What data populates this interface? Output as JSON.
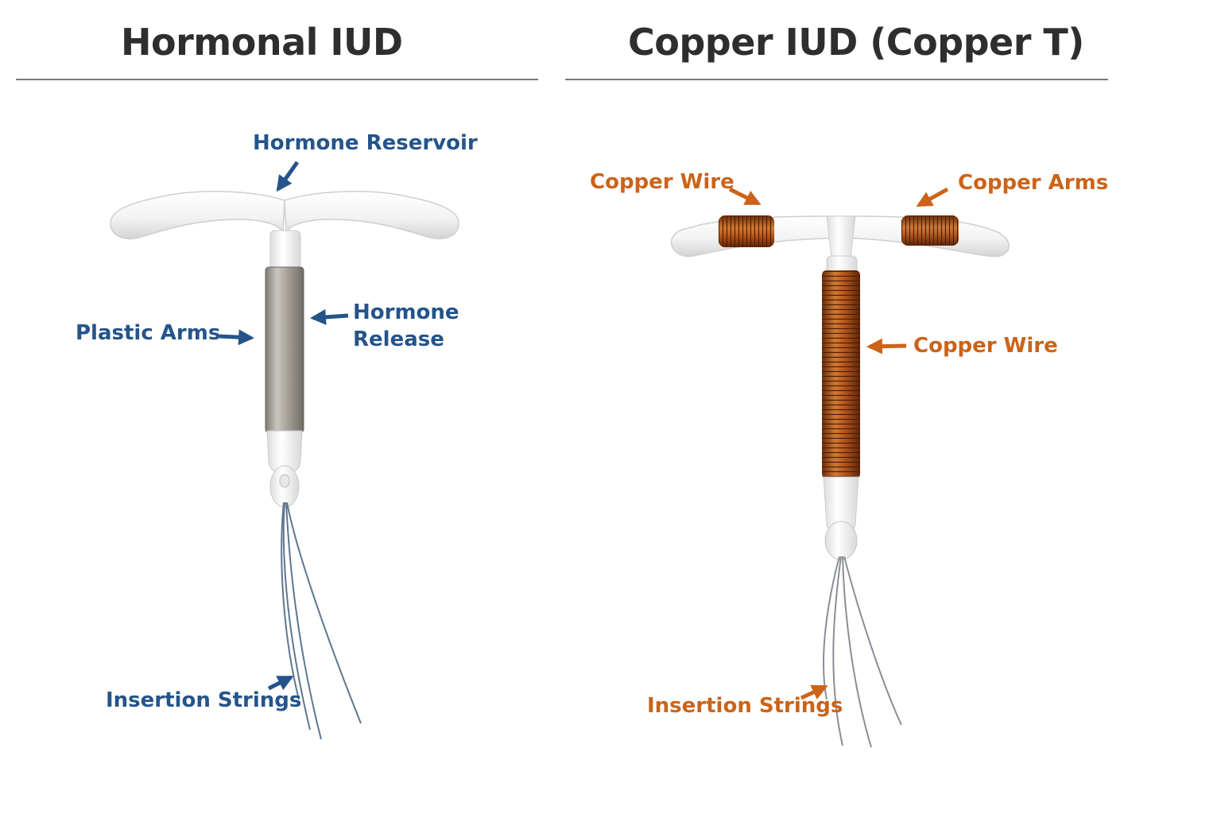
{
  "left_panel": {
    "title": "Hormonal IUD",
    "labels": {
      "reservoir": "Hormone Reservoir",
      "arms": "Plastic Arms",
      "release": "Hormone\nRelease",
      "strings": "Insertion Strings"
    }
  },
  "right_panel": {
    "title": "Copper IUD (Copper T)",
    "labels": {
      "wire_top": "Copper Wire",
      "arms": "Copper Arms",
      "wire_stem": "Copper Wire",
      "strings": "Insertion Strings"
    }
  },
  "colors": {
    "hormonal_label": "#24548a",
    "copper_label": "#cc6318",
    "copper_coil": "#b5551c",
    "plastic": "#f2f2f2",
    "metal_cylinder": "#a9a59c"
  }
}
